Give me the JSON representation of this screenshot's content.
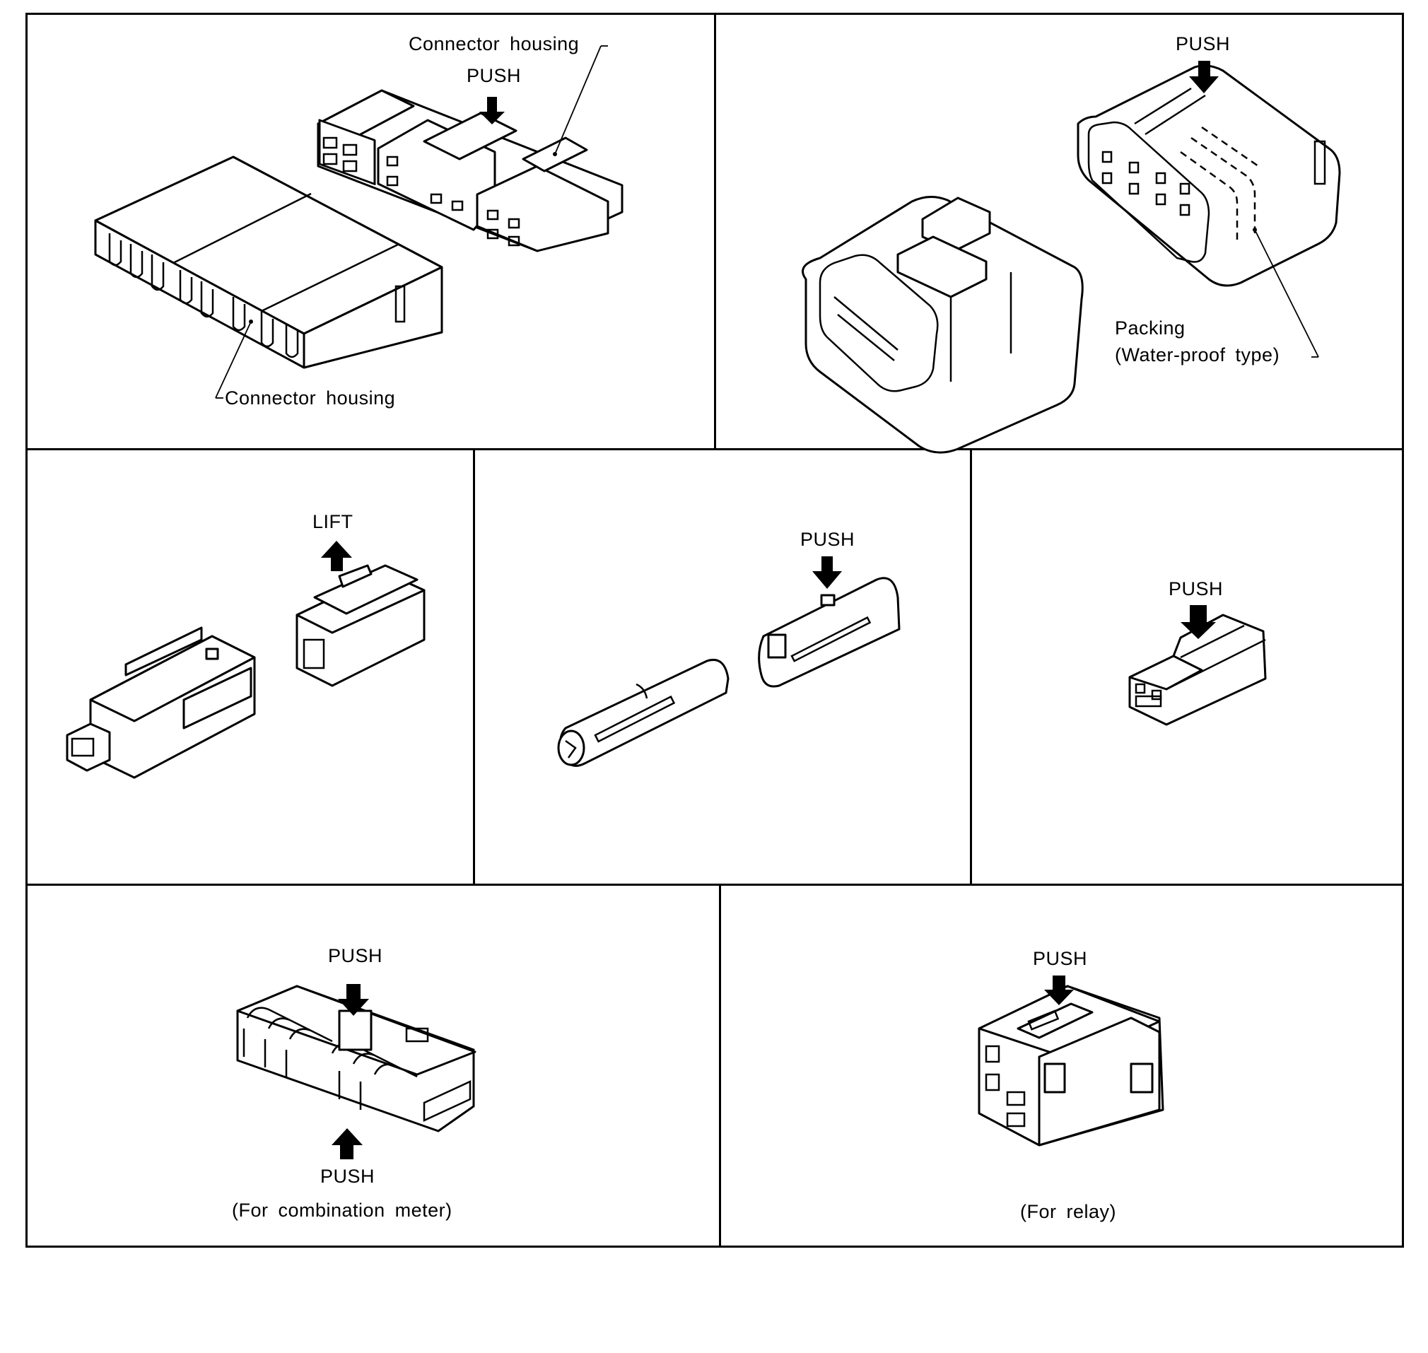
{
  "figure": {
    "panels": [
      {
        "id": "two-block-connector",
        "labels": {
          "top_housing": "Connector housing",
          "push": "PUSH",
          "bottom_housing": "Connector housing"
        }
      },
      {
        "id": "water-proof-connector",
        "labels": {
          "push": "PUSH",
          "packing": "Packing",
          "packing_type": "(Water-proof type)"
        }
      },
      {
        "id": "lift-lock-connector",
        "labels": {
          "lift": "LIFT"
        }
      },
      {
        "id": "cylindrical-connector",
        "labels": {
          "push": "PUSH"
        }
      },
      {
        "id": "small-two-pin-connector",
        "labels": {
          "push": "PUSH"
        }
      },
      {
        "id": "combination-meter-connector",
        "labels": {
          "push_top": "PUSH",
          "push_bottom": "PUSH",
          "caption": "(For combination meter)"
        }
      },
      {
        "id": "relay-connector",
        "labels": {
          "push": "PUSH",
          "caption": "(For relay)"
        }
      }
    ],
    "colors": {
      "line": "#000000",
      "background": "#ffffff"
    }
  }
}
